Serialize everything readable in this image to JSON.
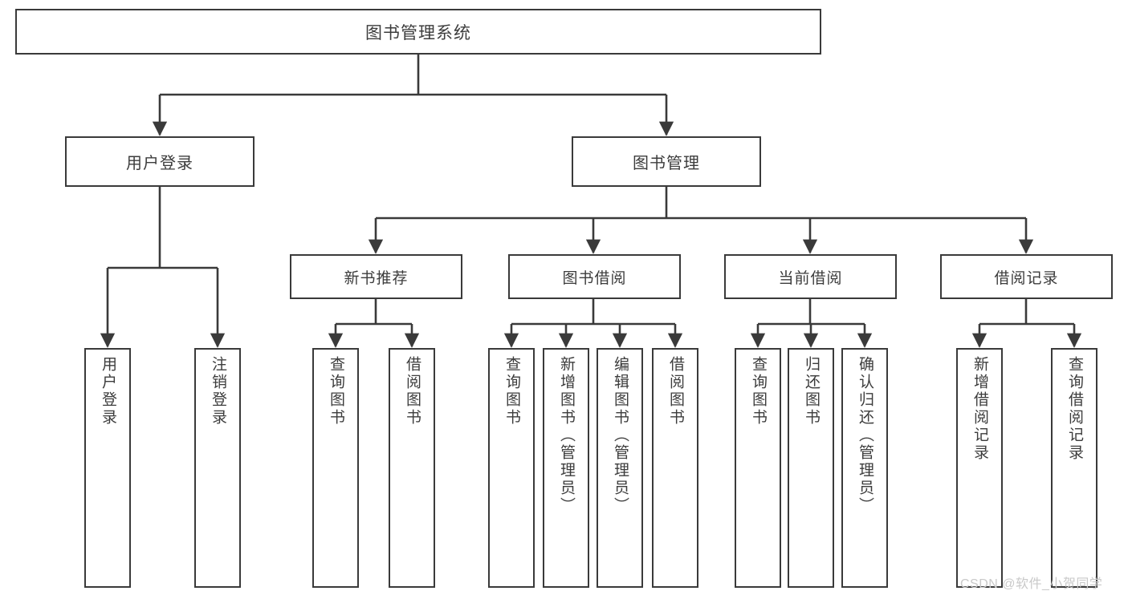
{
  "diagram": {
    "title": "图书管理系统",
    "type": "tree-hierarchy",
    "watermark": "CSDN @软件_小贺同学",
    "colors": {
      "stroke": "#3a3a3a",
      "text": "#3c3c3c",
      "background": "#ffffff",
      "watermark": "#c9c9c9"
    }
  },
  "nodes": {
    "root": {
      "label": "图书管理系统"
    },
    "level1": [
      {
        "id": "user-login",
        "label": "用户登录"
      },
      {
        "id": "book-management",
        "label": "图书管理"
      }
    ],
    "level2": [
      {
        "id": "new-book-recommend",
        "label": "新书推荐"
      },
      {
        "id": "book-borrow",
        "label": "图书借阅"
      },
      {
        "id": "current-borrow",
        "label": "当前借阅"
      },
      {
        "id": "borrow-record",
        "label": "借阅记录"
      }
    ],
    "leaves": {
      "user_login": [
        {
          "id": "login",
          "label": "用户登录"
        },
        {
          "id": "logout",
          "label": "注销登录"
        }
      ],
      "new_book_recommend": [
        {
          "id": "query-book-1",
          "label": "查询图书"
        },
        {
          "id": "borrow-book-1",
          "label": "借阅图书"
        }
      ],
      "book_borrow": [
        {
          "id": "query-book-2",
          "label": "查询图书"
        },
        {
          "id": "add-book",
          "label": "新增图书（管理员）"
        },
        {
          "id": "edit-book",
          "label": "编辑图书（管理员）"
        },
        {
          "id": "borrow-book-2",
          "label": "借阅图书"
        }
      ],
      "current_borrow": [
        {
          "id": "query-book-3",
          "label": "查询图书"
        },
        {
          "id": "return-book",
          "label": "归还图书"
        },
        {
          "id": "confirm-return",
          "label": "确认归还（管理员）"
        }
      ],
      "borrow_record": [
        {
          "id": "add-record",
          "label": "新增借阅记录"
        },
        {
          "id": "query-record",
          "label": "查询借阅记录"
        }
      ]
    }
  }
}
